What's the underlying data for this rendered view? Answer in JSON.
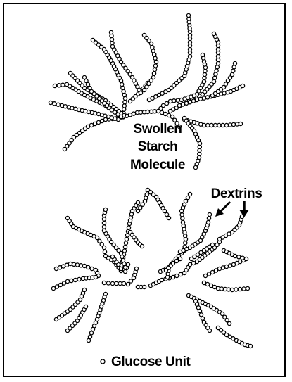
{
  "labels": {
    "swollen_line1": "Swollen",
    "swollen_line2": "Starch",
    "swollen_line3": "Molecule",
    "dextrins": "Dextrins",
    "legend": "Glucose Unit"
  },
  "colors": {
    "ink": "#000000",
    "paper": "#ffffff"
  }
}
